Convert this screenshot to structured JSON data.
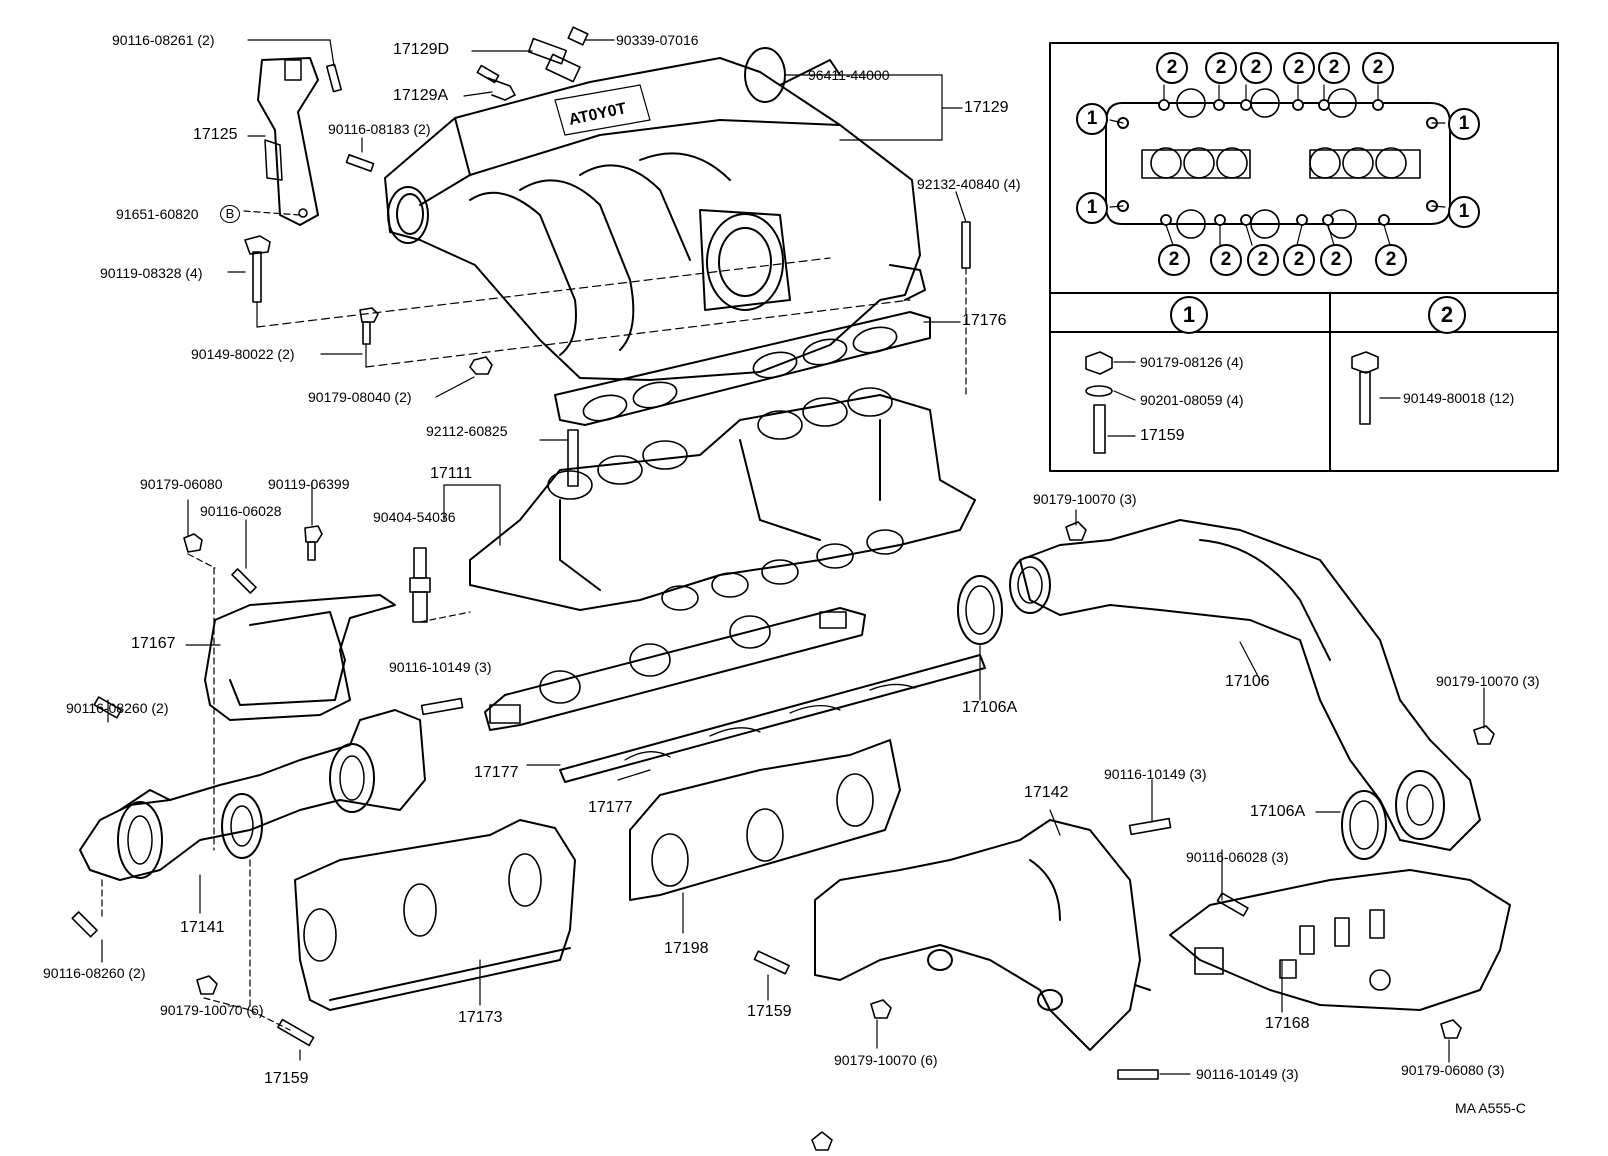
{
  "diagram": {
    "ref_code": "MA A555-C",
    "parts": {
      "p1": "90116-08261 (2)",
      "p2": "17129D",
      "p3": "90339-07016",
      "p4": "17129A",
      "p5": "96411-44000",
      "p6": "17129",
      "p7": "17125",
      "p8": "90116-08183 (2)",
      "p9": "91651-60820",
      "p10": "92132-40840 (4)",
      "p11": "90119-08328 (4)",
      "p12": "90149-80022 (2)",
      "p13": "17176",
      "p14": "90179-08040 (2)",
      "p15": "92112-60825",
      "p16": "17111",
      "p17": "90179-06080",
      "p18": "90119-06399",
      "p19": "90116-06028",
      "p20": "90404-54036",
      "p21": "90179-10070 (3)",
      "p22": "17167",
      "p23": "90116-10149 (3)",
      "p24": "17106A",
      "p25": "17106",
      "p26": "90179-10070 (3)",
      "p27": "90116-08260 (2)",
      "p28": "17177",
      "p29": "17177",
      "p30": "17142",
      "p31": "90116-10149 (3)",
      "p32": "17106A",
      "p33": "90116-06028 (3)",
      "p34": "17141",
      "p35": "17198",
      "p36": "90116-08260 (2)",
      "p37": "17173",
      "p38": "17159",
      "p39": "17168",
      "p40": "90179-10070 (6)",
      "p41": "17159",
      "p42": "90179-10070 (6)",
      "p43": "90116-10149 (3)",
      "p44": "90179-06080 (3)"
    },
    "callout_b": "B",
    "legend": {
      "circle_one": "1",
      "circle_two": "2",
      "col1_parts": [
        "90179-08126 (4)",
        "90201-08059 (4)",
        "17159"
      ],
      "col2_parts": [
        "90149-80018 (12)"
      ]
    }
  }
}
